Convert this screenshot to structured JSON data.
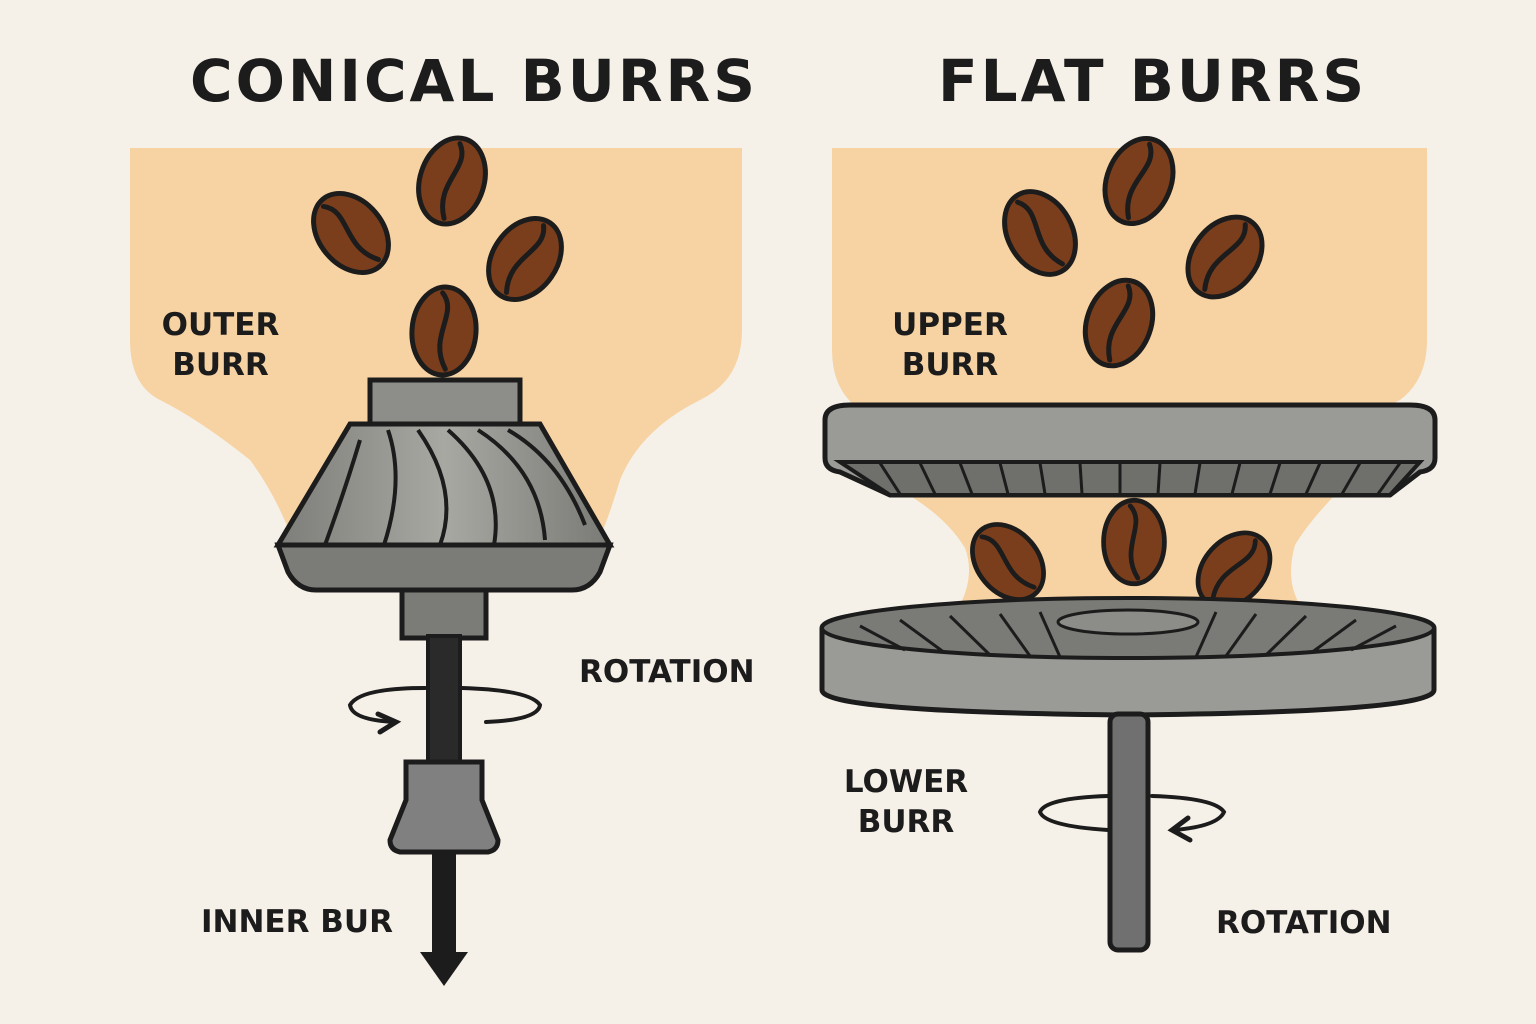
{
  "panels": {
    "conical": {
      "title": "CONICAL BURRS",
      "labels": {
        "outer_burr_line1": "OUTER",
        "outer_burr_line2": "BURR",
        "rotation": "ROTATION",
        "inner_bur": "INNER BUR"
      }
    },
    "flat": {
      "title": "FLAT BURRS",
      "labels": {
        "upper_burr_line1": "UPPER",
        "upper_burr_line2": "BURR",
        "lower_burr_line1": "LOWER",
        "lower_burr_line2": "BURR",
        "rotation": "ROTATION"
      }
    }
  },
  "colors": {
    "background": "#f6f1e8",
    "hopper": "#f7d3a4",
    "metal": "#8c8c88",
    "metal_light": "#a9a9a4",
    "outline": "#1c1c1c",
    "bean": "#7a3e1c"
  }
}
